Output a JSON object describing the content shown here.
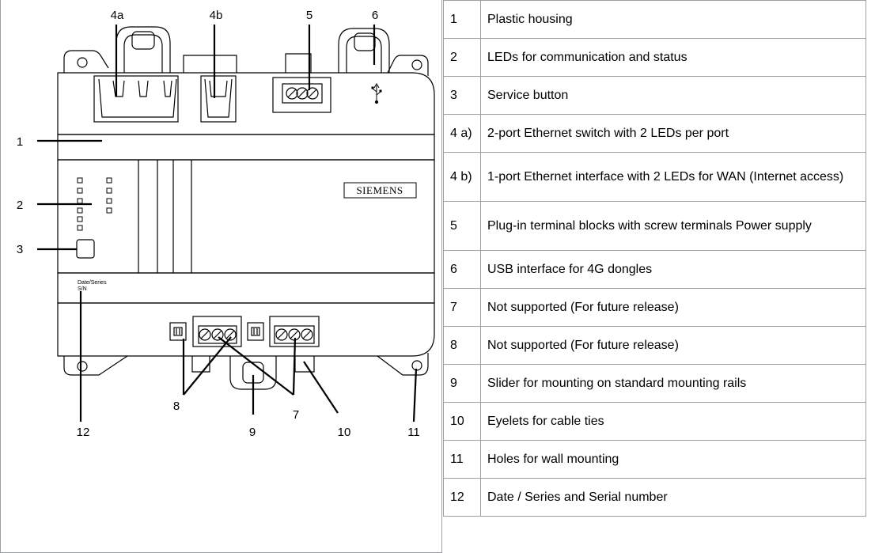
{
  "callouts": {
    "c4a": "4a",
    "c4b": "4b",
    "c5": "5",
    "c6": "6",
    "c1": "1",
    "c2": "2",
    "c3": "3",
    "c12": "12",
    "c8": "8",
    "c9": "9",
    "c7": "7",
    "c10": "10",
    "c11": "11"
  },
  "device": {
    "logo": "SIEMENS",
    "date_label": "Date/Series",
    "sn_label": "S/N"
  },
  "icons": {
    "usb": "usb-icon"
  },
  "legend": [
    {
      "num": "1",
      "desc": "Plastic housing"
    },
    {
      "num": "2",
      "desc": "LEDs for communication and status"
    },
    {
      "num": "3",
      "desc": "Service button"
    },
    {
      "num": "4 a)",
      "desc": "2-port Ethernet switch with 2 LEDs per port"
    },
    {
      "num": "4 b)",
      "desc": "1-port Ethernet interface with 2 LEDs for WAN (Internet access)"
    },
    {
      "num": "5",
      "desc": "Plug-in terminal blocks with screw terminals Power supply"
    },
    {
      "num": "6",
      "desc": "USB interface for 4G dongles"
    },
    {
      "num": "7",
      "desc": "Not supported (For future release)"
    },
    {
      "num": "8",
      "desc": "Not supported (For future release)"
    },
    {
      "num": "9",
      "desc": "Slider for mounting on standard mounting rails"
    },
    {
      "num": "10",
      "desc": "Eyelets for cable ties"
    },
    {
      "num": "11",
      "desc": "Holes for wall mounting"
    },
    {
      "num": "12",
      "desc": "Date / Series and Serial number"
    }
  ]
}
